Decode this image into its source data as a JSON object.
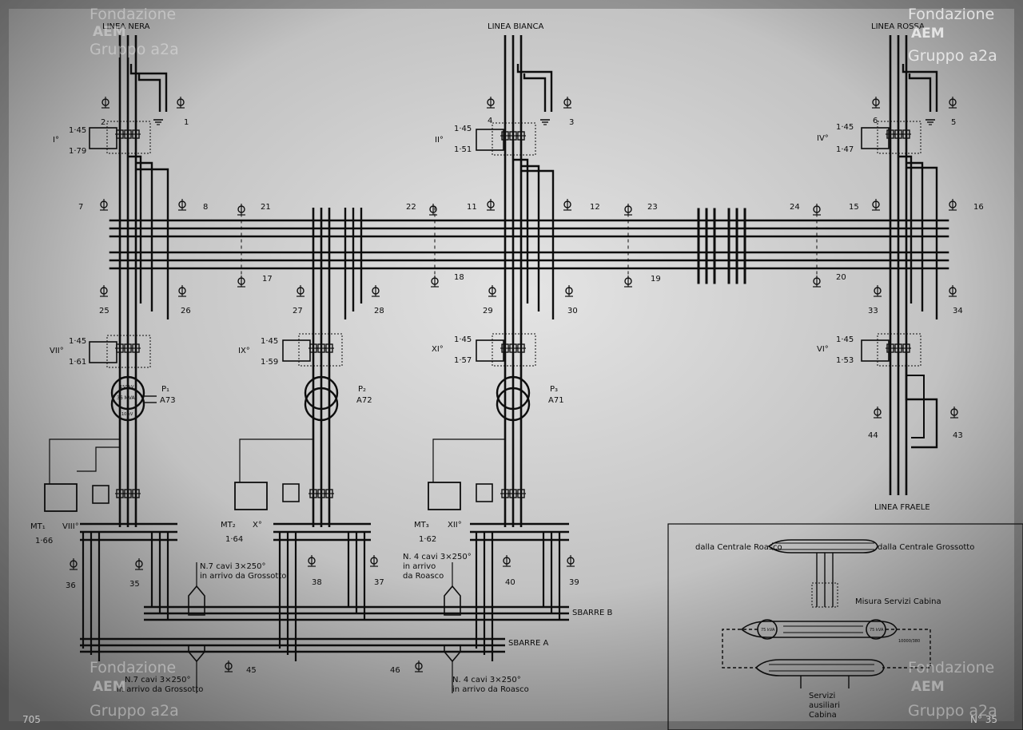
{
  "lines": {
    "nera": "LINEA NERA",
    "bianca": "LINEA BIANCA",
    "rossa": "LINEA ROSSA",
    "fraele": "LINEA FRAELE"
  },
  "units": {
    "u1": {
      "roman": "I°",
      "top": "1·45",
      "bottom": "1·79"
    },
    "u2": {
      "roman": "II°",
      "top": "1·45",
      "bottom": "1·51"
    },
    "u4": {
      "roman": "IV°",
      "top": "1·45",
      "bottom": "1·47"
    },
    "u7": {
      "roman": "VII°",
      "top": "1·45",
      "bottom": "1·61"
    },
    "u9": {
      "roman": "IX°",
      "top": "1·45",
      "bottom": "1·59"
    },
    "u11": {
      "roman": "XI°",
      "top": "1·45",
      "bottom": "1·57"
    },
    "u6": {
      "roman": "VI°",
      "top": "1·45",
      "bottom": "1·53"
    }
  },
  "transformers": {
    "t1": {
      "rating": "36 MVA",
      "p": "P₁",
      "a": "A73",
      "hv": "150 kV",
      "lv": "10 kV"
    },
    "t2": {
      "p": "P₂",
      "a": "A72"
    },
    "t3": {
      "p": "P₃",
      "a": "A71"
    }
  },
  "mt": {
    "mt1": {
      "label": "MT₁",
      "sub": "VIII°",
      "val": "1·66"
    },
    "mt2": {
      "label": "MT₂",
      "sub": "X°",
      "val": "1·64"
    },
    "mt3": {
      "label": "MT₃",
      "sub": "XII°",
      "val": "1·62"
    }
  },
  "numbers": [
    "1",
    "2",
    "3",
    "4",
    "5",
    "6",
    "7",
    "8",
    "11",
    "12",
    "15",
    "16",
    "17",
    "18",
    "19",
    "20",
    "21",
    "22",
    "23",
    "24",
    "25",
    "26",
    "27",
    "28",
    "29",
    "30",
    "33",
    "34",
    "35",
    "36",
    "37",
    "38",
    "39",
    "40",
    "43",
    "44",
    "45",
    "46"
  ],
  "bus": {
    "b": "SBARRE B",
    "a": "SBARRE A"
  },
  "cables": {
    "c1": [
      "N.7 cavi 3×250°",
      "in arrivo da Grossotto"
    ],
    "c2": [
      "N. 4 cavi 3×250°",
      "in arrivo",
      "da Roasco"
    ],
    "c3": [
      "N.7 cavi 3×250°",
      "in arrivo da Grossotto"
    ],
    "c4": [
      "N. 4 cavi 3×250°",
      "in arrivo da Roasco"
    ]
  },
  "inset": {
    "left": "dalla Centrale Roasco",
    "right": "dalla Centrale Grossotto",
    "misura": "Misura Servizi Cabina",
    "servizi": [
      "Servizi",
      "ausiliari",
      "Cabina"
    ],
    "tr_a": "75 kVA",
    "tr_b": "75 kVA",
    "ratio": "10000/380"
  },
  "watermark": {
    "line1": "Fondazione",
    "line2": "AEM",
    "line3": "Gruppo a2a"
  },
  "corner": {
    "left": "705",
    "right": "N° 35"
  },
  "colors": {
    "ink": "#0b0b0b",
    "paper_light": "#d9d9d9",
    "paper_dark": "#6a6a6a"
  }
}
